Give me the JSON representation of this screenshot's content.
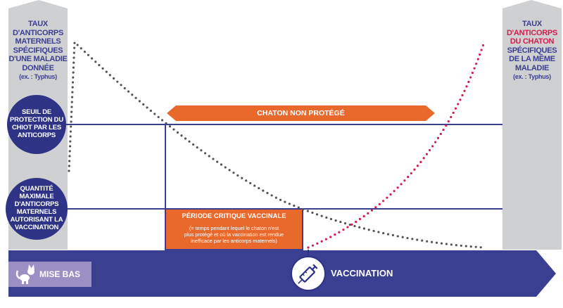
{
  "left_column": {
    "line1": "TAUX",
    "line2": "D'ANTICORPS",
    "line3": "MATERNELS",
    "line4": "SPÉCIFIQUES",
    "line5": "D'UNE MALADIE",
    "line6": "DONNÉE",
    "example": "(ex. : Typhus)"
  },
  "right_column": {
    "line1": "TAUX",
    "line2": "D'ANTICORPS",
    "line3": "DU CHATON",
    "line4": "SPÉCIFIQUES",
    "line5": "DE LA MÊME",
    "line6": "MALADIE",
    "example": "(ex. : Typhus)"
  },
  "circle_top": {
    "line1": "SEUIL DE",
    "line2": "PROTECTION DU",
    "line3": "CHIOT PAR LES",
    "line4": "ANTICORPS"
  },
  "circle_bottom": {
    "line1": "QUANTITÉ",
    "line2": "MAXIMALE",
    "line3": "D'ANTICORPS",
    "line4": "MATERNELS",
    "line5": "AUTORISANT LA",
    "line6": "VACCINATION"
  },
  "banner_unprotected": "CHATON NON PROTÉGÉ",
  "critical_period": {
    "title": "PÉRIODE CRITIQUE VACCINALE",
    "line1": "(= temps pendant lequel le chaton n'est",
    "line2": "plus protégé et où la vaccination est rendue",
    "line3": "inefficace par les anticorps maternels)"
  },
  "timeline": {
    "birth_label": "MISE BAS",
    "vaccination_label": "VACCINATION"
  },
  "icons": {
    "birth": "cat-icon",
    "vaccination": "syringe-icon"
  },
  "colors": {
    "navy": "#3b3f92",
    "circle_navy": "#2f3385",
    "orange": "#e9692c",
    "gray_column": "#cfd0d2",
    "maternal_curve": "#555555",
    "kitten_curve": "#d21e4c",
    "kitten_text": "#d21e4c",
    "birth_badge": "#9b8fc4"
  }
}
